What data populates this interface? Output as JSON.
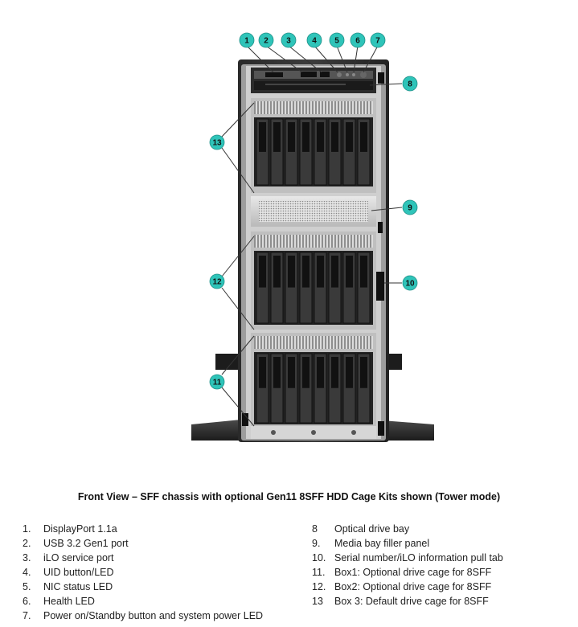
{
  "caption": "Front View – SFF chassis with optional Gen11 8SFF HDD Cage Kits shown (Tower mode)",
  "callout_color": "#2fc4b9",
  "callouts": [
    "1",
    "2",
    "3",
    "4",
    "5",
    "6",
    "7",
    "8",
    "9",
    "10",
    "11",
    "12",
    "13"
  ],
  "legend_left": [
    {
      "num": "1.",
      "text": "DisplayPort 1.1a"
    },
    {
      "num": "2.",
      "text": "USB 3.2 Gen1 port"
    },
    {
      "num": "3.",
      "text": "iLO service port"
    },
    {
      "num": "4.",
      "text": "UID button/LED"
    },
    {
      "num": "5.",
      "text": "NIC status LED"
    },
    {
      "num": "6.",
      "text": "Health LED"
    },
    {
      "num": "7.",
      "text": "Power on/Standby button and system power LED"
    }
  ],
  "legend_right": [
    {
      "num": "8",
      "text": "Optical drive bay"
    },
    {
      "num": "9.",
      "text": "Media bay filler panel"
    },
    {
      "num": "10.",
      "text": "Serial number/iLO information pull tab"
    },
    {
      "num": "11.",
      "text": "Box1: Optional drive cage for 8SFF"
    },
    {
      "num": "12.",
      "text": "Box2: Optional drive cage for 8SFF"
    },
    {
      "num": "13",
      "text": "Box 3: Default drive cage for 8SFF"
    }
  ]
}
